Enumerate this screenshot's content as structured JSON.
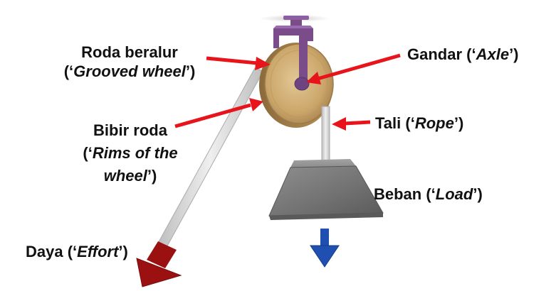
{
  "labels": {
    "grooved_wheel": {
      "line1": "Roda beralur",
      "open": "(‘",
      "en": "Grooved wheel",
      "close": "’)"
    },
    "axle": {
      "pre": "Gandar (‘",
      "en": "Axle",
      "close": "’)"
    },
    "rim": {
      "line1": "Bibir roda",
      "open": "(‘",
      "en": "Rims of the",
      "en2": "wheel",
      "close": "’)"
    },
    "rope": {
      "pre": "Tali (‘",
      "en": "Rope",
      "close": "’)"
    },
    "load": {
      "pre": "Beban (‘",
      "en": "Load",
      "close": "’)"
    },
    "effort": {
      "pre": "Daya (‘",
      "en": "Effort",
      "close": "’)"
    }
  },
  "colors": {
    "pointer_arrow": "#e8141c",
    "wheel": "#d2b37a",
    "bracket": "#7a4d8a",
    "rope": "#d9d9d9",
    "load": "#7d7d7d",
    "effort_arrow": "#9b1111",
    "load_arrow": "#1f4fb0"
  }
}
